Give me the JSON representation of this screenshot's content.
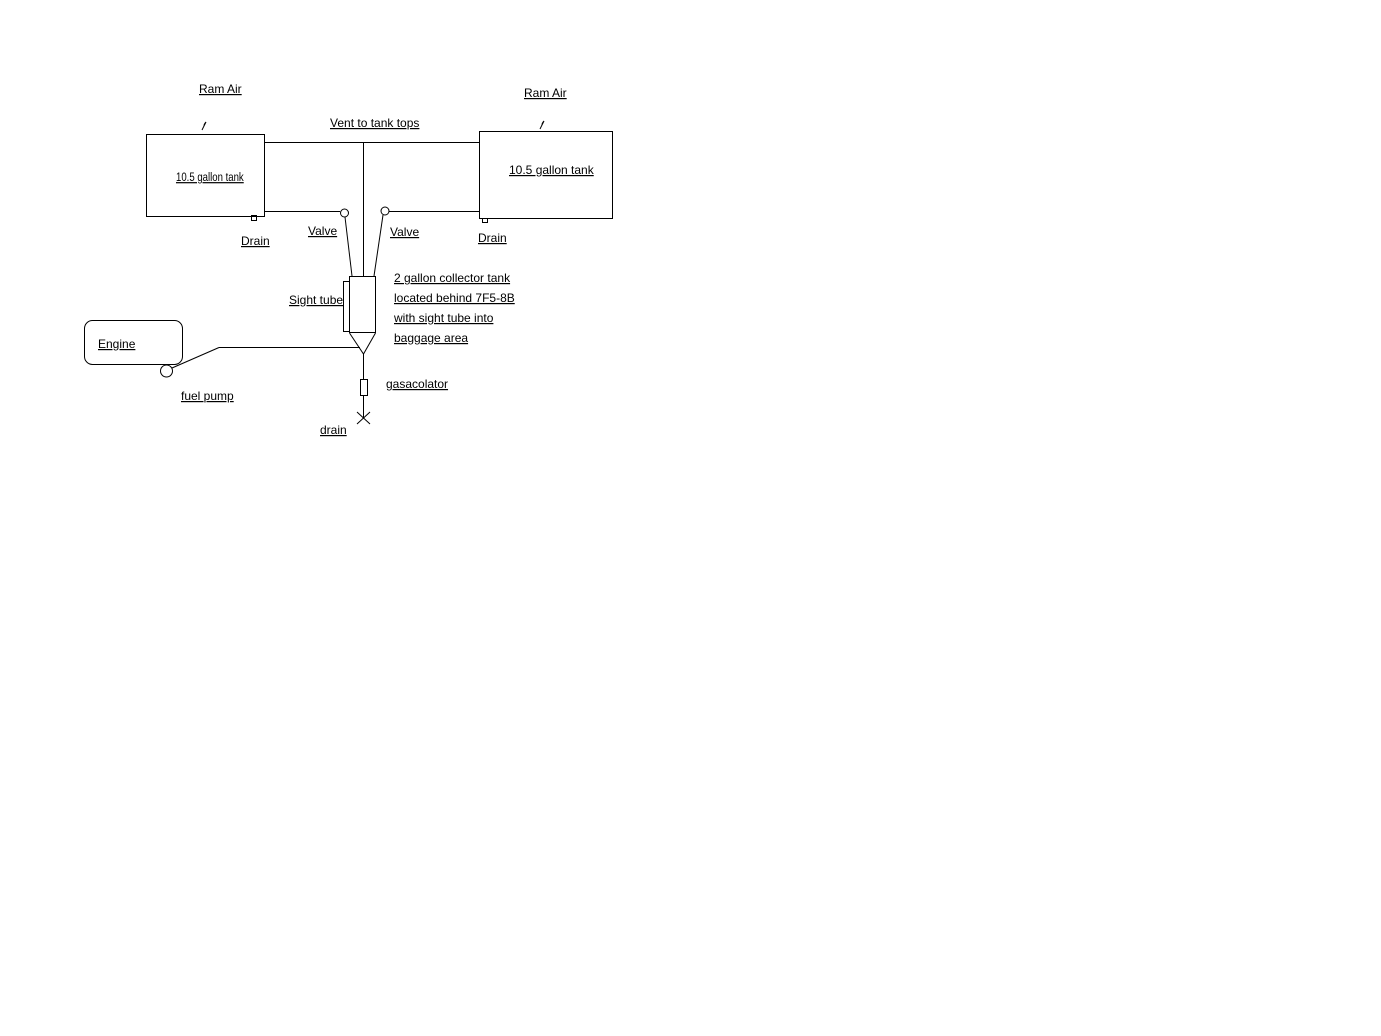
{
  "left_tank": {
    "label": "10.5 gallon tank",
    "ram_air": "Ram Air",
    "drain": "Drain"
  },
  "right_tank": {
    "label": "10.5 gallon tank",
    "ram_air": "Ram Air",
    "drain": "Drain"
  },
  "vent_label": "Vent to tank tops",
  "valves": {
    "left": "Valve",
    "right": "Valve"
  },
  "collector": {
    "sight_tube": "Sight tube",
    "description": [
      "2 gallon collector tank",
      "located behind 7F5-8B",
      "with sight tube into",
      "baggage area"
    ]
  },
  "engine_label": "Engine",
  "fuel_pump_label": "fuel pump",
  "gasacolator_label": "gasacolator",
  "drain_label": "drain"
}
